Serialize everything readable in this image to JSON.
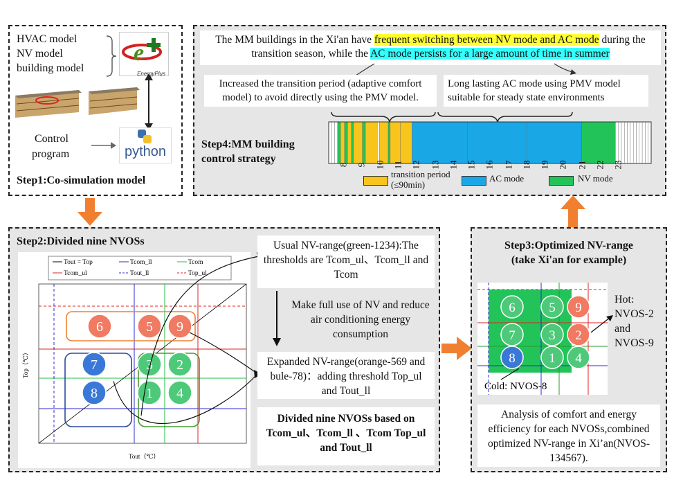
{
  "step1": {
    "models": [
      "HVAC model",
      "NV model",
      "building model"
    ],
    "energyplus_logo": "EnergyPlus",
    "control_program": [
      "Control",
      "program"
    ],
    "python_logo": "python",
    "title": "Step1:Co-simulation model"
  },
  "step4": {
    "top_text_a": "The MM buildings in the Xi'an have ",
    "top_text_hl1": "frequent switching between NV mode and AC mode",
    "top_text_b": " during the transition season, while the ",
    "top_text_hl2": "AC mode persists for a large amount of time in summer",
    "left_note": "Increased the transition period (adaptive comfort model) to avoid directly using the PMV model.",
    "right_note": "Long lasting AC mode using PMV model suitable for steady state environments",
    "title": "Step4:MM building control strategy",
    "hours": [
      "8",
      "9",
      "10",
      "11",
      "12",
      "13",
      "14",
      "15",
      "16",
      "17",
      "18",
      "19",
      "20",
      "21",
      "22",
      "23"
    ],
    "legend": {
      "transition": "transition period",
      "transition_sub": "(≤90min)",
      "ac": "AC mode",
      "nv": "NV mode"
    }
  },
  "step2": {
    "title": "Step2:Divided nine NVOSs",
    "legend": [
      "Tout = Top",
      "Tcom_ll",
      "Tcom",
      "Tcom_ul",
      "Tout_ll",
      "Top_ul"
    ],
    "y_axis": "Top（℃）",
    "x_axis": "Tout（℃）",
    "nvos": [
      "6",
      "5",
      "9",
      "7",
      "3",
      "2",
      "8",
      "1",
      "4"
    ],
    "usual_box": "Usual NV-range(green-1234):The thresholds are Tcom_ul、Tcom_ll and Tcom",
    "middle_text": "Make full use of NV and reduce air conditioning energy consumption",
    "expanded_box": "Expanded NV-range(orange-569 and bule-78)：adding threshold Top_ul and Tout_ll",
    "divided_text": "Divided nine NVOSs based on Tcom_ul、Tcom_ll 、Tcom Top_ul and Tout_ll"
  },
  "step3": {
    "title_l1": "Step3:Optimized NV-range",
    "title_l2": "(take Xi'an for example)",
    "nvos": [
      "6",
      "5",
      "9",
      "7",
      "3",
      "2",
      "8",
      "1",
      "4"
    ],
    "hot": [
      "Hot:",
      "NVOS-2",
      "and",
      "NVOS-9"
    ],
    "cold": "Cold: NVOS-8",
    "analysis": "Analysis of comfort and energy efficiency for each NVOSs,combined optimized NV-range in Xi’an(NVOS-134567)."
  },
  "colors": {
    "orange": "#f08030",
    "nv_green": "#22c45a",
    "ac_blue": "#1aa7e6",
    "transition_yellow": "#f8c51c",
    "circle_red": "#f07a62",
    "circle_green": "#4ec97a",
    "circle_blue": "#3a78d8"
  }
}
